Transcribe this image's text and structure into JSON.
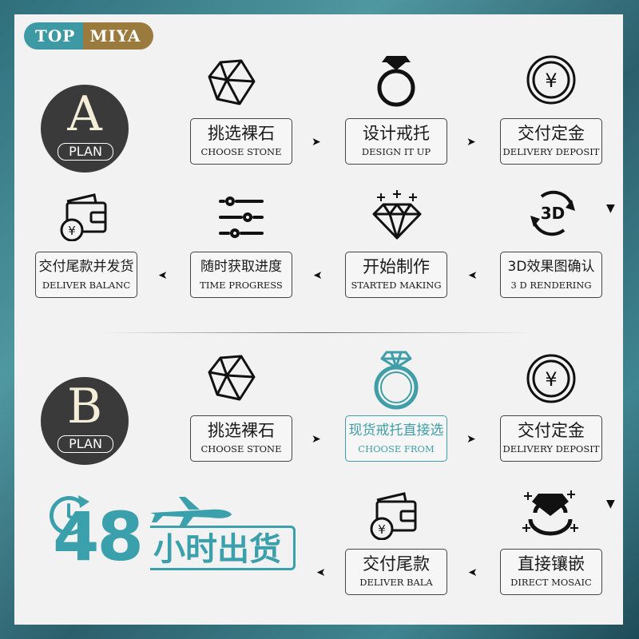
{
  "logo": {
    "part1": "TOP",
    "part2": "MIYA"
  },
  "colors": {
    "accent": "#3f9ea8",
    "gold": "#9b7b3d",
    "dark": "#3a3a3a"
  },
  "plan_a": {
    "letter": "A",
    "label": "PLAN",
    "steps": [
      {
        "cn": "挑选裸石",
        "en": "CHOOSE STONE",
        "icon": "gem-icon"
      },
      {
        "cn": "设计戒托",
        "en": "DESIGN IT UP",
        "icon": "ring-icon"
      },
      {
        "cn": "交付定金",
        "en": "DELIVERY DEPOSIT",
        "icon": "yen-coin-icon"
      },
      {
        "cn": "3D效果图确认",
        "en": "3 D RENDERING",
        "icon": "3d-rotate-icon"
      },
      {
        "cn": "开始制作",
        "en": "STARTED MAKING",
        "icon": "sparkle-diamond-icon"
      },
      {
        "cn": "随时获取进度",
        "en": "TIME PROGRESS",
        "icon": "sliders-icon"
      },
      {
        "cn": "交付尾款并发货",
        "en": "DELIVER BALANC",
        "icon": "wallet-yen-icon"
      }
    ]
  },
  "plan_b": {
    "letter": "B",
    "label": "PLAN",
    "steps": [
      {
        "cn": "挑选裸石",
        "en": "CHOOSE STONE",
        "icon": "gem-icon"
      },
      {
        "cn": "现货戒托直接选",
        "en": "CHOOSE FROM",
        "icon": "ring-icon"
      },
      {
        "cn": "交付定金",
        "en": "DELIVERY DEPOSIT",
        "icon": "yen-coin-icon"
      },
      {
        "cn": "直接镶嵌",
        "en": "DIRECT MOSAIC",
        "icon": "diamond-ring-icon"
      },
      {
        "cn": "交付尾款",
        "en": "DELIVER BALA",
        "icon": "wallet-yen-icon"
      }
    ]
  },
  "promo": {
    "number": "48",
    "text": "小时出货"
  }
}
